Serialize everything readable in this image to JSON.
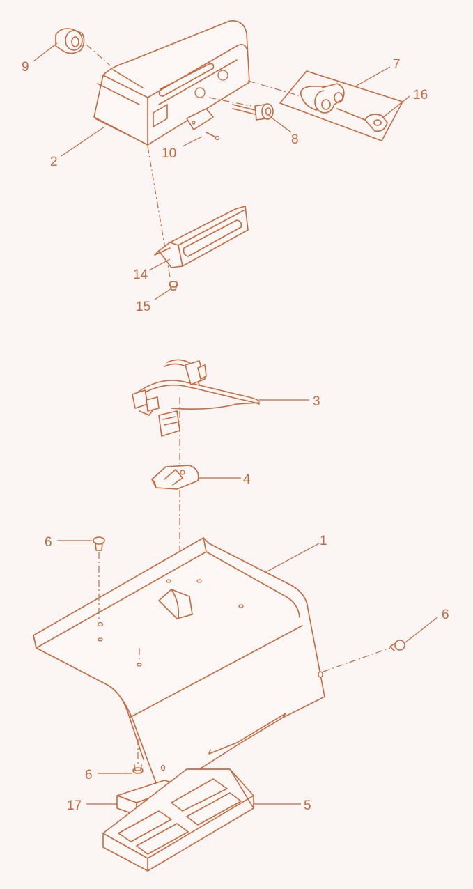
{
  "colors": {
    "line": "#c8683f",
    "background": "#fbf6f3"
  },
  "callouts": {
    "c1": "1",
    "c2": "2",
    "c3": "3",
    "c4": "4",
    "c5": "5",
    "c6a": "6",
    "c6b": "6",
    "c6c": "6",
    "c7": "7",
    "c8": "8",
    "c9": "9",
    "c10": "10",
    "c14": "14",
    "c15": "15",
    "c16": "16",
    "c17": "17"
  }
}
